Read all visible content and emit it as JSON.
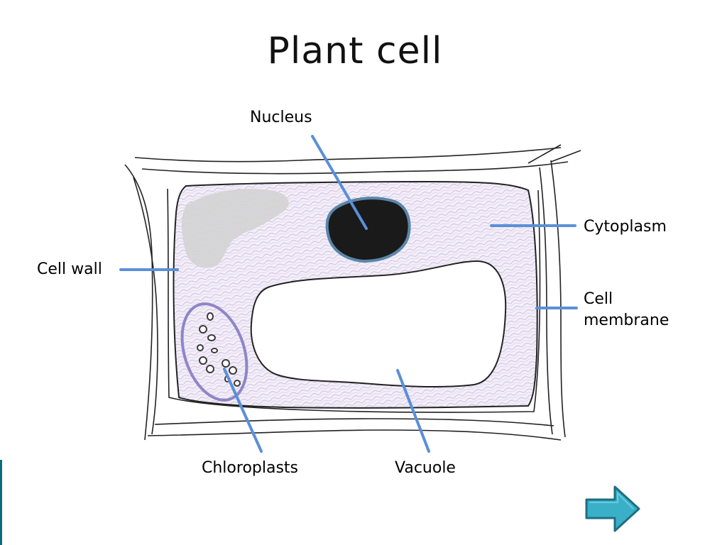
{
  "title": "Plant cell",
  "labels": {
    "nucleus": "Nucleus",
    "cytoplasm": "Cytoplasm",
    "cell_wall": "Cell wall",
    "cell_membrane_line1": "Cell",
    "cell_membrane_line2": "membrane",
    "chloroplasts": "Chloroplasts",
    "vacuole": "Vacuole"
  },
  "icons": {
    "next": "right-arrow-icon"
  },
  "colors": {
    "leader_lines": "#5b8fd8",
    "cytoplasm_tint": "#d9cfe6",
    "nucleus": "#1a1a1a",
    "nucleus_outline": "#5a86a8",
    "chloroplast_ring": "#8e86c6",
    "chloroplast_blob": "#d0d0d0",
    "next_button": "#3ab0c8",
    "edge_bar": "#0f6b7a"
  }
}
